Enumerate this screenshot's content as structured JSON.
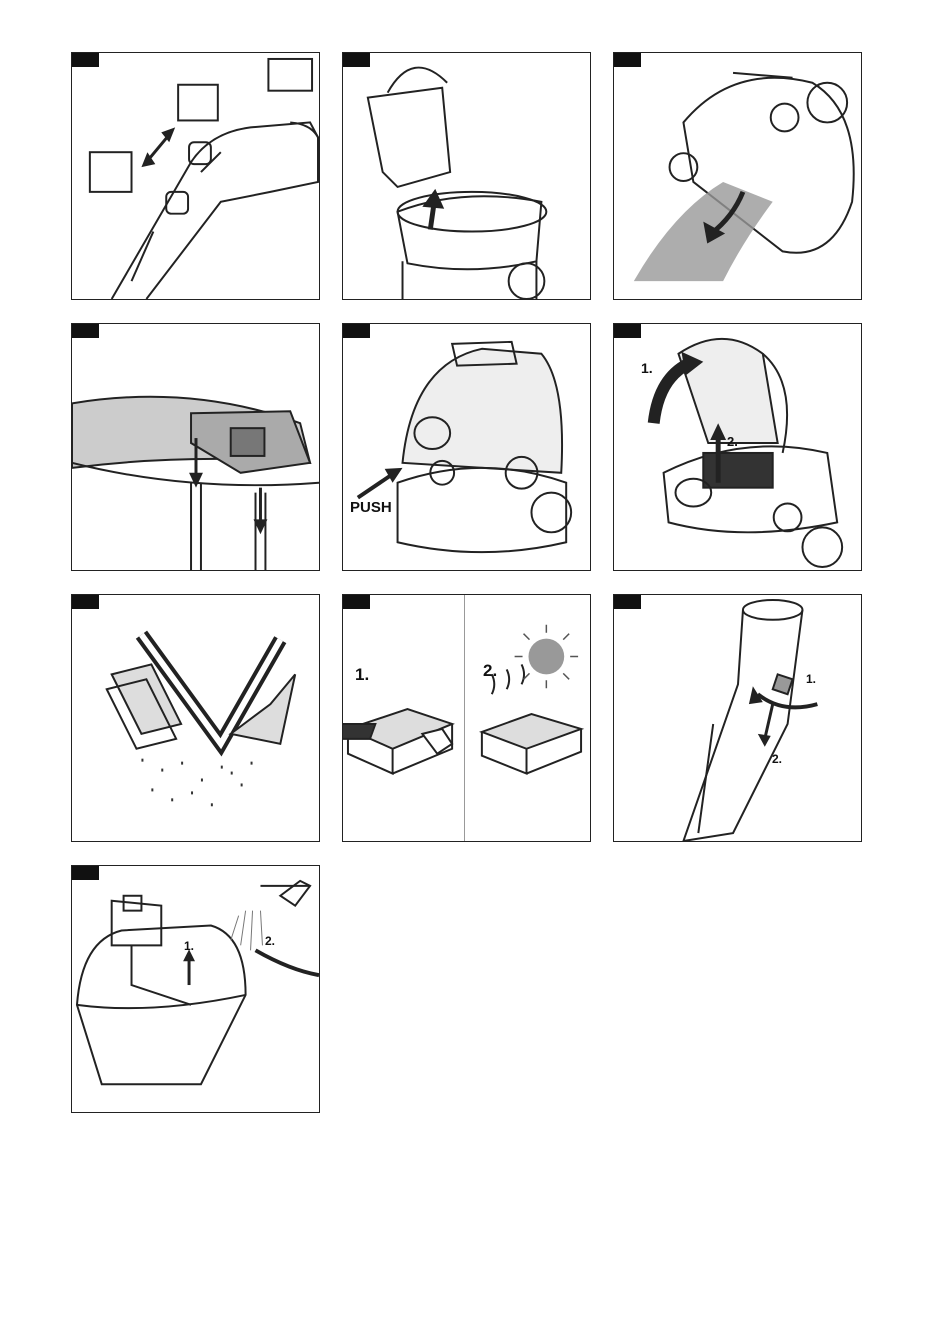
{
  "panels": [
    {
      "id": "p1",
      "labels": []
    },
    {
      "id": "p2",
      "labels": []
    },
    {
      "id": "p3",
      "labels": []
    },
    {
      "id": "p4",
      "labels": []
    },
    {
      "id": "p5",
      "labels": [
        "PUSH"
      ]
    },
    {
      "id": "p6",
      "labels": [
        "1.",
        "2."
      ]
    },
    {
      "id": "p7",
      "labels": []
    },
    {
      "id": "p8",
      "labels": [
        "1.",
        "2."
      ]
    },
    {
      "id": "p9",
      "labels": [
        "1.",
        "2."
      ]
    },
    {
      "id": "p10",
      "labels": [
        "1.",
        "2."
      ]
    }
  ]
}
